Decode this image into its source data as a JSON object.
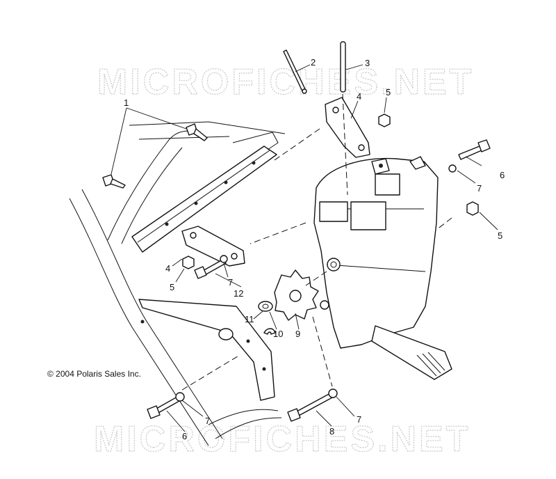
{
  "watermark": {
    "top": "MICROFICHES.NET",
    "bottom": "MICROFICHES.NET"
  },
  "copyright": "© 2004 Polaris Sales Inc.",
  "callouts": {
    "c1": "1",
    "c2": "2",
    "c3": "3",
    "c4a": "4",
    "c4b": "4",
    "c5a": "5",
    "c5b": "5",
    "c5c": "5",
    "c6a": "6",
    "c6b": "6",
    "c7a": "7",
    "c7b": "7",
    "c7c": "7",
    "c7d": "7",
    "c8": "8",
    "c9": "9",
    "c10": "10",
    "c11": "11",
    "c12": "12"
  }
}
